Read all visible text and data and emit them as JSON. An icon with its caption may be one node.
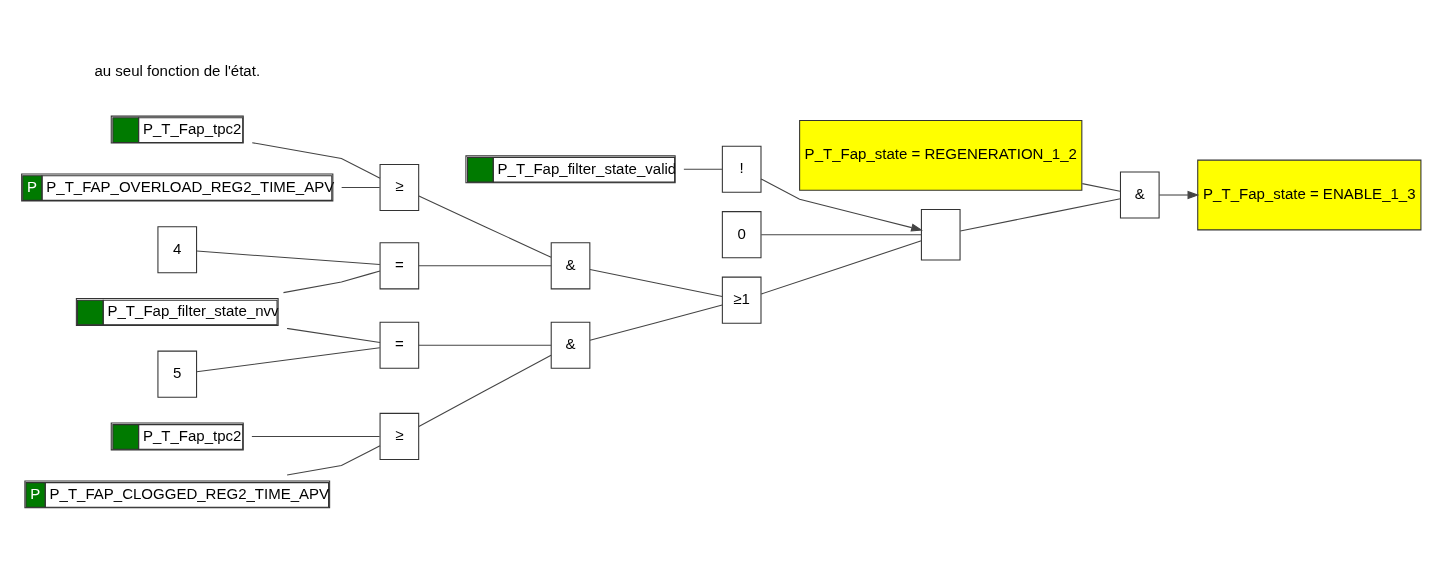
{
  "diagram": {
    "nodes": [
      {
        "text": [
          "P_T_Fap_state = REGENERATION_1_2"
        ]
      },
      {
        "text": [
          "P_T_Fap_state = ENABLE_1_3"
        ]
      },
      {
        "text": [
          "&"
        ]
      },
      {
        "text": [
          "P_T_Fap_filter_state_valid"
        ]
      },
      {
        "text": [
          "!"
        ]
      },
      {
        "text": [
          "0"
        ]
      },
      {
        "text": [],
        "shape": "box"
      },
      {
        "text": [
          "P_T_Fap_tpc2"
        ]
      },
      {
        "text": [
          "P",
          "P_T_FAP_OVERLOAD_REG2_TIME_APV"
        ]
      },
      {
        "text": [
          "≥"
        ]
      },
      {
        "text": [
          "4"
        ]
      },
      {
        "text": [
          "="
        ]
      },
      {
        "text": [
          "&"
        ]
      },
      {
        "text": [
          "P_T_Fap_filter_state_nvv"
        ]
      },
      {
        "text": [
          "≥1"
        ]
      },
      {
        "text": [
          "="
        ]
      },
      {
        "text": [
          "5"
        ]
      },
      {
        "text": [
          "&"
        ]
      },
      {
        "text": [
          "P_T_Fap_tpc2"
        ]
      },
      {
        "text": [
          "≥"
        ]
      },
      {
        "text": [
          "P",
          "P_T_FAP_CLOGGED_REG2_TIME_APV"
        ]
      }
    ],
    "edges": [
      {
        "from": 0,
        "to": 2,
        "arrow": "none"
      },
      {
        "from": 2,
        "to": 1,
        "arrow": "to"
      },
      {
        "from": 3,
        "to": 4,
        "arrow": "none"
      },
      {
        "from": 4,
        "to": 6,
        "arrow": "to"
      },
      {
        "from": 5,
        "to": 6,
        "arrow": "none"
      },
      {
        "from": 14,
        "to": 6,
        "arrow": "none"
      },
      {
        "from": 6,
        "to": 2,
        "arrow": "none"
      },
      {
        "from": 7,
        "to": 9,
        "arrow": "none"
      },
      {
        "from": 8,
        "to": 9,
        "arrow": "none"
      },
      {
        "from": 9,
        "to": 12,
        "arrow": "none"
      },
      {
        "from": 10,
        "to": 11,
        "arrow": "none"
      },
      {
        "from": 13,
        "to": 11,
        "arrow": "none"
      },
      {
        "from": 11,
        "to": 12,
        "arrow": "none"
      },
      {
        "from": 12,
        "to": 14,
        "arrow": "none"
      },
      {
        "from": 13,
        "to": 15,
        "arrow": "none"
      },
      {
        "from": 16,
        "to": 15,
        "arrow": "none"
      },
      {
        "from": 15,
        "to": 17,
        "arrow": "none"
      },
      {
        "from": 18,
        "to": 19,
        "arrow": "none"
      },
      {
        "from": 20,
        "to": 19,
        "arrow": "none"
      },
      {
        "from": 19,
        "to": 17,
        "arrow": "none"
      },
      {
        "from": 17,
        "to": 14,
        "arrow": "none"
      }
    ],
    "labels": [
      "au seul fonction de l'état."
    ]
  }
}
